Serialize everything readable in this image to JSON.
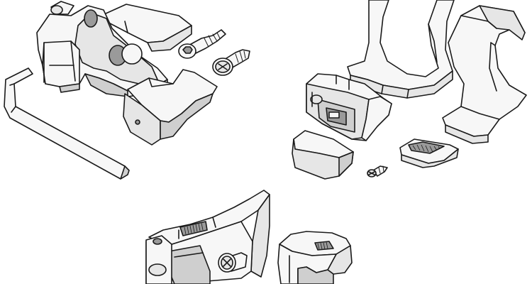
{
  "image": {
    "kind": "exploded-parts-line-drawing",
    "colors": {
      "background": "#ffffff",
      "line": "#1a1a1a",
      "light_face": "#f7f7f7",
      "mid_face": "#e6e6e6",
      "shadow_face": "#cfcfcf",
      "dark_face": "#9a9a9a"
    },
    "groups": [
      {
        "name": "top-left-assembly",
        "parts": [
          "hinged-bracket",
          "wedge-block",
          "hex-socket-screw",
          "phillips-pan-screw",
          "allen-key"
        ]
      },
      {
        "name": "top-right-assembly",
        "parts": [
          "curved-saddle-front",
          "curved-saddle-back",
          "clip-housing",
          "end-cap",
          "small-screw",
          "toothed-strap-clip"
        ]
      },
      {
        "name": "bottom-assembly",
        "parts": [
          "curved-base-clamp",
          "serrated-insert",
          "phillips-pan-screw",
          "c-clip-block"
        ]
      }
    ]
  }
}
